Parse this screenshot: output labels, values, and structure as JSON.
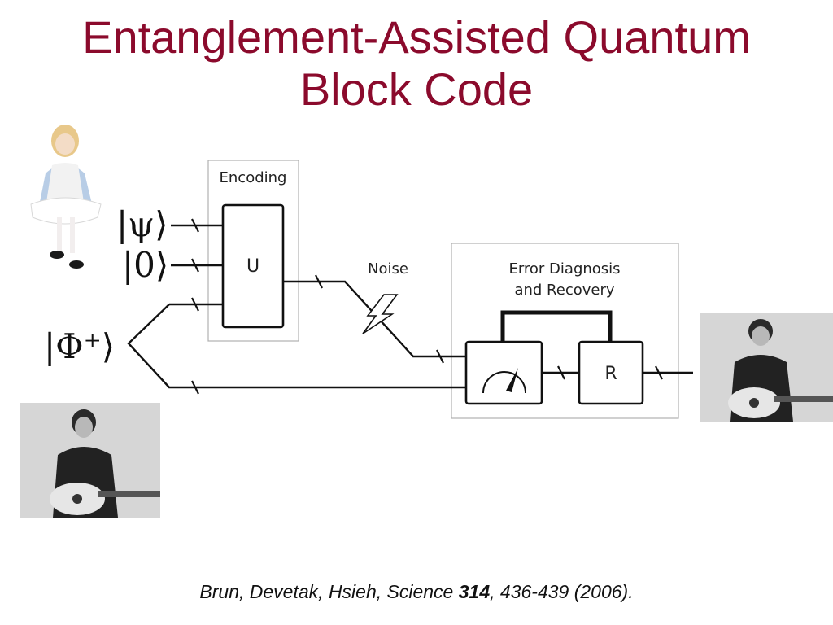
{
  "title": {
    "line1": "Entanglement-Assisted Quantum",
    "line2": "Block Code"
  },
  "diagram": {
    "encoding_label": "Encoding",
    "unitary_label": "U",
    "noise_label": "Noise",
    "recovery_title_line1": "Error Diagnosis",
    "recovery_title_line2": "and Recovery",
    "recovery_op_label": "R",
    "input_state_psi": "|ψ⟩",
    "input_state_zero": "|0⟩",
    "input_state_phi": "|Φ⁺⟩"
  },
  "icons": {
    "noise": "lightning-bolt-icon",
    "measurement": "meter-dial-icon"
  },
  "citation": {
    "authors": "Brun, Devetak, Hsieh, Science ",
    "volume": "314",
    "pages": ", 436-439 (2006)."
  },
  "colors": {
    "title": "#8b0a2c",
    "wire": "#111111",
    "box_border": "#b0b0b0"
  }
}
